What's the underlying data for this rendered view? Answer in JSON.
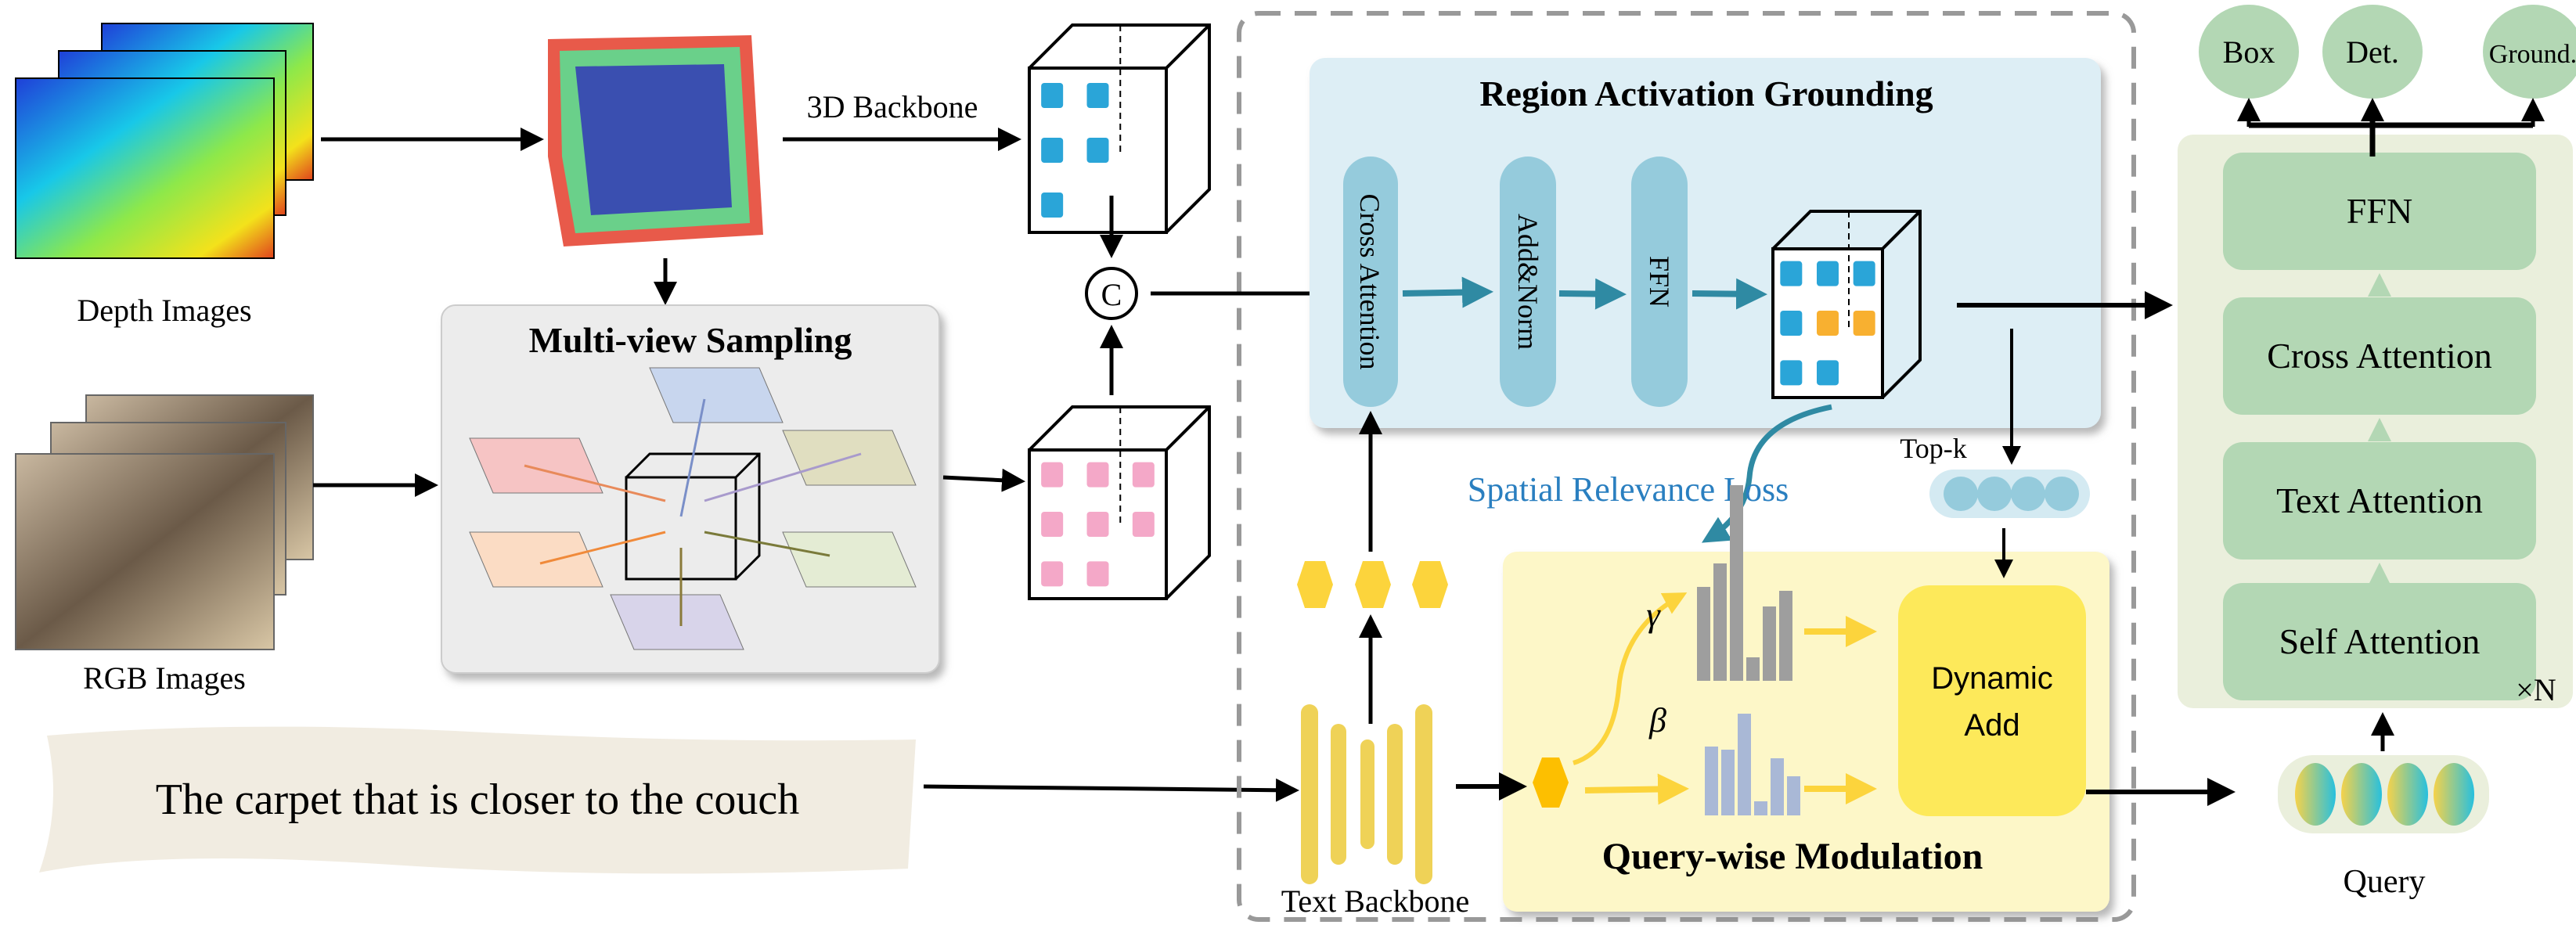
{
  "inputs": {
    "depth_label": "Depth Images",
    "rgb_label": "RGB Images",
    "text_query": "The carpet that is closer to the couch"
  },
  "modules": {
    "backbone_3d": "3D Backbone",
    "concat_symbol": "C",
    "multiview_title": "Multi-view Sampling",
    "text_backbone": "Text Backbone"
  },
  "rag": {
    "title": "Region Activation Grounding",
    "cross_attention": "Cross Attention",
    "add_norm": "Add&Norm",
    "ffn": "FFN",
    "loss": "Spatial Relevance Loss",
    "topk": "Top-k"
  },
  "qwm": {
    "title": "Query-wise Modulation",
    "gamma": "γ",
    "beta": "β",
    "dynamic_add_line1": "Dynamic",
    "dynamic_add_line2": "Add"
  },
  "decoder": {
    "layers": [
      "FFN",
      "Cross Attention",
      "Text Attention",
      "Self Attention"
    ],
    "repeat": "×N",
    "outputs": [
      "Box",
      "Det.",
      "Ground."
    ],
    "query_label": "Query"
  },
  "colors": {
    "rag_bg": "#ddeef5",
    "rag_block": "#95cbdc",
    "qwm_bg": "#fdf7c8",
    "dynamic_add": "#fde95a",
    "decoder_bg": "#eaefdc",
    "decoder_block": "#b3d7b4",
    "loss_text": "#2a7fc0",
    "text_feature": "#fcd43c"
  }
}
